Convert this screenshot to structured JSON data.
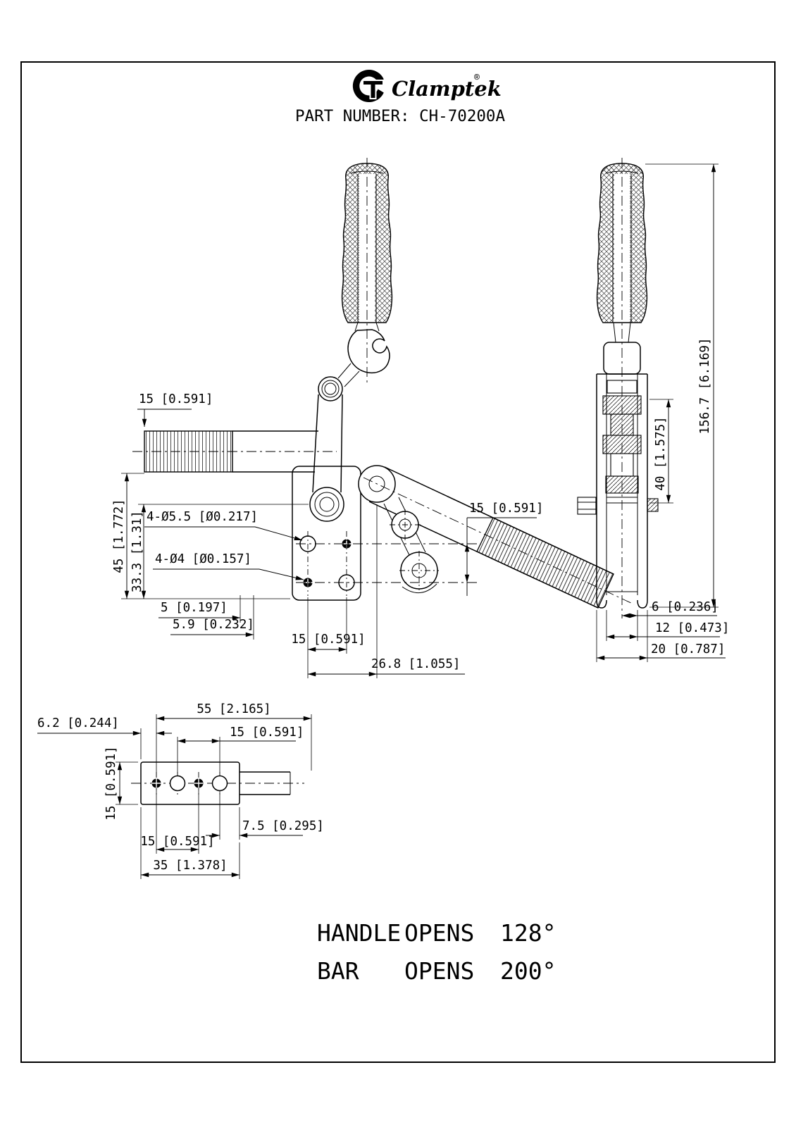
{
  "style": {
    "line_color": "#000000",
    "background": "#ffffff"
  },
  "header": {
    "brand": "Clamptek",
    "registered": "®",
    "part_number": "PART NUMBER: CH-70200A"
  },
  "front_view": {
    "dims": {
      "thread_len": "15 [0.591]",
      "height_45": "45 [1.772]",
      "height_33": "33.3 [1.31]",
      "holes_large": "4-Ø5.5 [Ø0.217]",
      "holes_small": "4-Ø4 [Ø0.157]",
      "offset_5": "5 [0.197]",
      "offset_5_9": "5.9 [0.232]",
      "hole_spacing": "15 [0.591]",
      "bar_offset": "26.8 [1.055]",
      "bar_spacing": "15 [0.591]"
    }
  },
  "side_view": {
    "dims": {
      "overall_height": "156.7 [6.169]",
      "body_height": "40 [1.575]",
      "width_6": "6 [0.236]",
      "width_12": "12 [0.473]",
      "width_20": "20 [0.787]"
    }
  },
  "base_view": {
    "dims": {
      "edge_offset": "6.2 [0.244]",
      "overall_length": "55 [2.165]",
      "hole_spacing_top": "15 [0.591]",
      "plate_width": "15 [0.591]",
      "end_offset": "7.5 [0.295]",
      "hole_spacing_bottom": "15 [0.591]",
      "plate_length": "35 [1.378]"
    }
  },
  "notes": [
    {
      "item": "HANDLE",
      "action": "OPENS",
      "value": "128°"
    },
    {
      "item": "BAR",
      "action": "OPENS",
      "value": "200°"
    }
  ]
}
